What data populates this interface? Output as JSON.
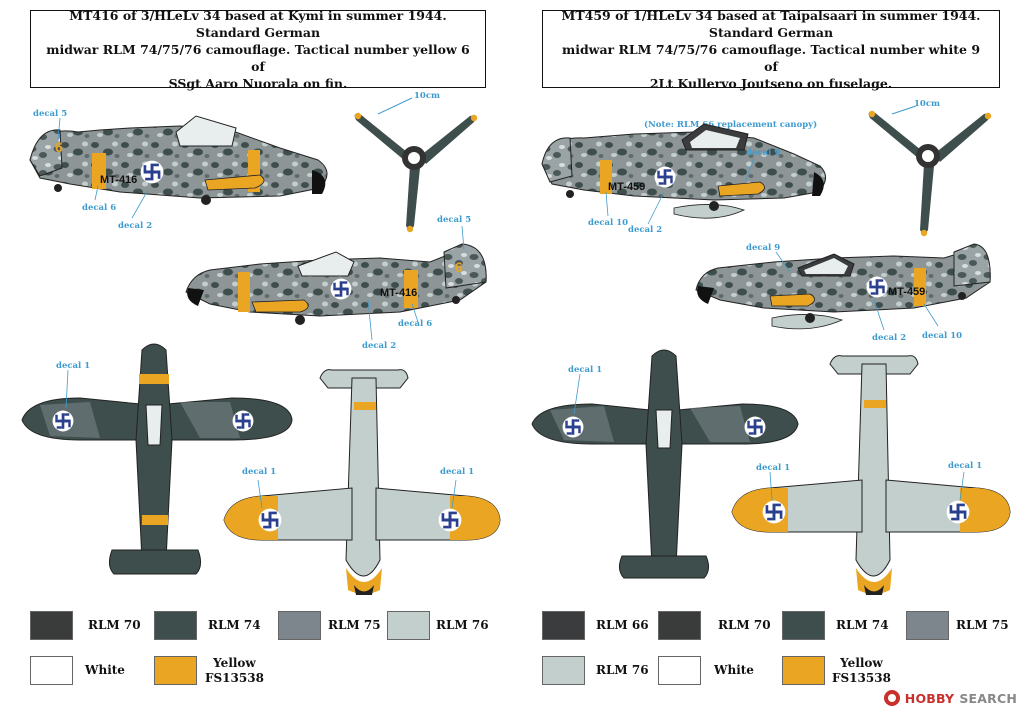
{
  "left": {
    "caption": {
      "line1": "MT416 of 3/HLeLv 34 based at Kymi in summer 1944. Standard German",
      "line2": "midwar RLM 74/75/76 camouflage. Tactical number yellow 6 of",
      "line3": "SSgt Aaro Nuorala on fin."
    },
    "prop_size": "10cm",
    "tactical_number": "MT-416",
    "fin_number": "6",
    "labels": {
      "decal_5_a": "decal 5",
      "decal_6_a": "decal 6",
      "decal_2_a": "decal 2",
      "decal_5_b": "decal 5",
      "decal_6_b": "decal 6",
      "decal_2_b": "decal 2",
      "decal_1_top": "decal 1",
      "decal_1_under_l": "decal 1",
      "decal_1_under_r": "decal 1"
    },
    "swatches": [
      {
        "name": "RLM 70",
        "color": "#3a3b3b"
      },
      {
        "name": "RLM 74",
        "color": "#3d4e4c"
      },
      {
        "name": "RLM 75",
        "color": "#7e868d"
      },
      {
        "name": "RLM 76",
        "color": "#c3cfcd"
      },
      {
        "name": "White",
        "color": "#ffffff"
      },
      {
        "name": "Yellow",
        "name2": "FS13538",
        "color": "#eaa623"
      }
    ]
  },
  "right": {
    "caption": {
      "line1": "MT459 of 1/HLeLv 34 based at Taipalsaari in summer 1944. Standard German",
      "line2": "midwar RLM 74/75/76 camouflage. Tactical number white 9 of",
      "line3": "2Lt Kullervo Joutseno on fuselage."
    },
    "note": "(Note: RLM 66 replacement canopy)",
    "prop_size": "10cm",
    "tactical_number": "MT-459",
    "labels": {
      "decal_9_a": "decal 9",
      "decal_10_a": "decal 10",
      "decal_2_a": "decal 2",
      "decal_9_b": "decal 9",
      "decal_2_b": "decal 2",
      "decal_10_b": "decal 10",
      "decal_1_top": "decal 1",
      "decal_1_under_l": "decal 1",
      "decal_1_under_r": "decal 1"
    },
    "swatches": [
      {
        "name": "RLM 66",
        "color": "#3b3c3e"
      },
      {
        "name": "RLM 70",
        "color": "#3a3b3b"
      },
      {
        "name": "RLM 74",
        "color": "#3d4e4c"
      },
      {
        "name": "RLM 75",
        "color": "#7e868d"
      },
      {
        "name": "RLM 76",
        "color": "#c3cfcd"
      },
      {
        "name": "White",
        "color": "#ffffff"
      },
      {
        "name": "Yellow",
        "name2": "FS13538",
        "color": "#eaa623"
      }
    ]
  },
  "watermark": {
    "part1": "HOBBY",
    "part2": "SEARCH"
  },
  "colors": {
    "label_blue": "#3d9bcf",
    "yellow": "#eaa623",
    "roundel_blue": "#2b3f8f"
  }
}
